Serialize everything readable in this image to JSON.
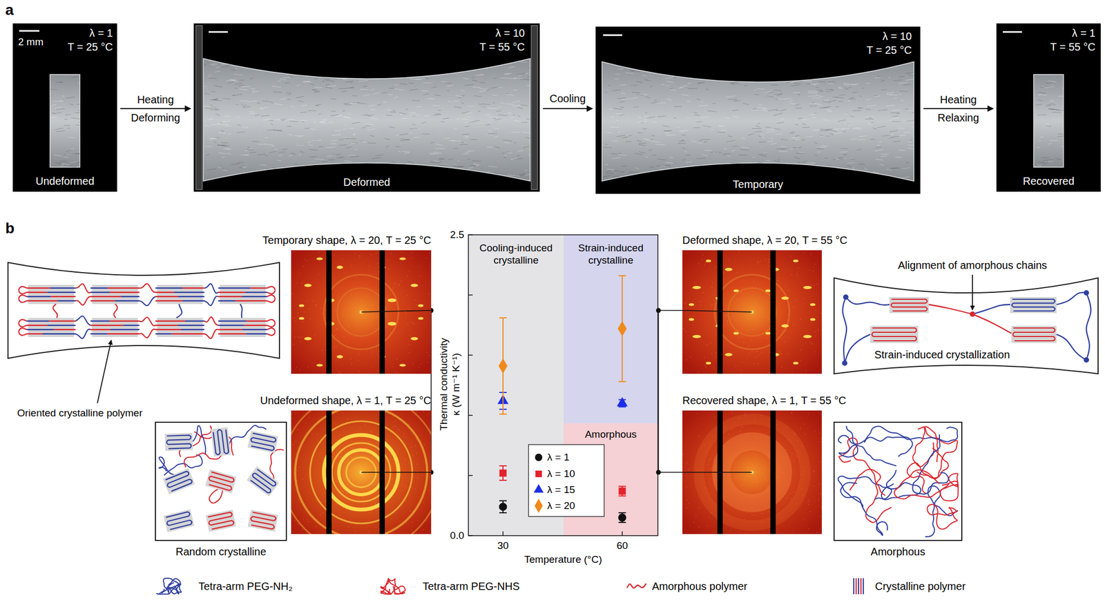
{
  "diagram": {
    "nodes": [
      {
        "text": [
          "λ = 1",
          "T = 25 °C",
          "2 mm",
          "Undeformed"
        ]
      },
      {
        "text": [
          "λ = 10",
          "T = 55 °C",
          "Deformed"
        ]
      },
      {
        "text": [
          "λ = 10",
          "T = 25 °C",
          "Temporary"
        ]
      },
      {
        "text": [
          "λ = 1",
          "T = 55 °C",
          "Recovered"
        ]
      },
      {
        "text": [
          "Oriented crystalline polymer"
        ]
      },
      {
        "text": [
          "Temporary shape, λ = 20, T = 25 °C"
        ]
      },
      {
        "text": [
          "Cooling-induced crystalline"
        ]
      },
      {
        "text": [
          "Strain-induced crystalline"
        ]
      },
      {
        "text": [
          "Amorphous"
        ]
      },
      {
        "text": [
          "Deformed shape, λ = 20, T = 55 °C"
        ]
      },
      {
        "text": [
          "Alignment of amorphous chains",
          "Strain-induced crystallization"
        ]
      },
      {
        "text": [
          "Random crystalline"
        ]
      },
      {
        "text": [
          "Undeformed shape, λ = 1, T = 25 °C"
        ]
      },
      {
        "text": [
          "Recovered shape, λ = 1, T = 55 °C"
        ]
      },
      {
        "text": [
          "Amorphous"
        ]
      }
    ],
    "edges": [
      {
        "from": 0,
        "to": 1,
        "label": "Heating Deforming",
        "arrow": "to"
      },
      {
        "from": 1,
        "to": 2,
        "label": "Cooling",
        "arrow": "to"
      },
      {
        "from": 2,
        "to": 3,
        "label": "Heating Relaxing",
        "arrow": "to"
      }
    ],
    "labels": [
      "a",
      "b",
      "2.5",
      "0.0",
      "30",
      "60",
      "Thermal conductivity κ (W m⁻¹ K⁻¹)",
      "Temperature (°C)"
    ],
    "legend": [
      {
        "text": "λ = 1"
      },
      {
        "text": "λ = 10"
      },
      {
        "text": "λ = 15"
      },
      {
        "text": "λ = 20"
      },
      {
        "text": "Tetra-arm PEG-NH₂"
      },
      {
        "text": "Tetra-arm PEG-NHS"
      },
      {
        "text": "Amorphous polymer"
      },
      {
        "text": "Crystalline polymer"
      }
    ]
  }
}
